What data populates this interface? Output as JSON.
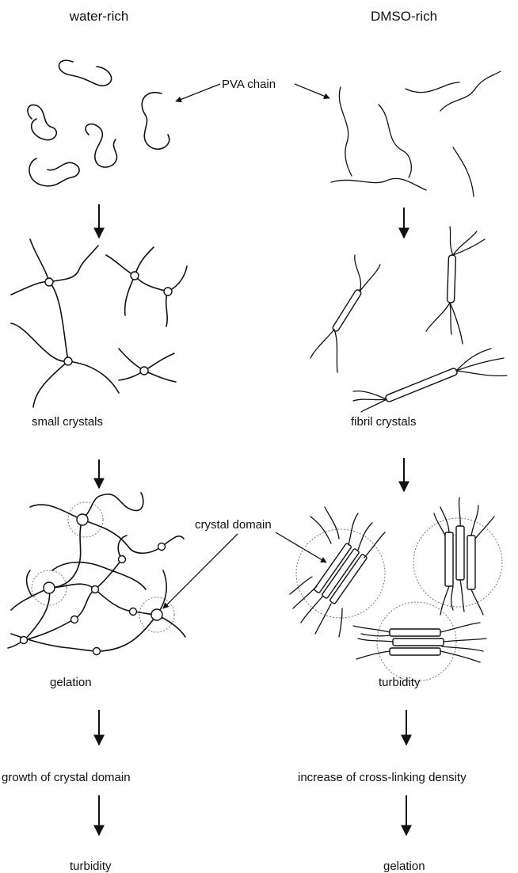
{
  "headers": {
    "left": "water-rich",
    "right": "DMSO-rich"
  },
  "labels": {
    "pva_chain": "PVA chain",
    "crystal_domain": "crystal domain",
    "small_crystals": "small crystals",
    "fibril_crystals": "fibril crystals",
    "left_gelation": "gelation",
    "right_turbidity": "turbidity",
    "growth": "growth of crystal domain",
    "increase": "increase of cross-linking density",
    "left_final": "turbidity",
    "right_final": "gelation"
  }
}
